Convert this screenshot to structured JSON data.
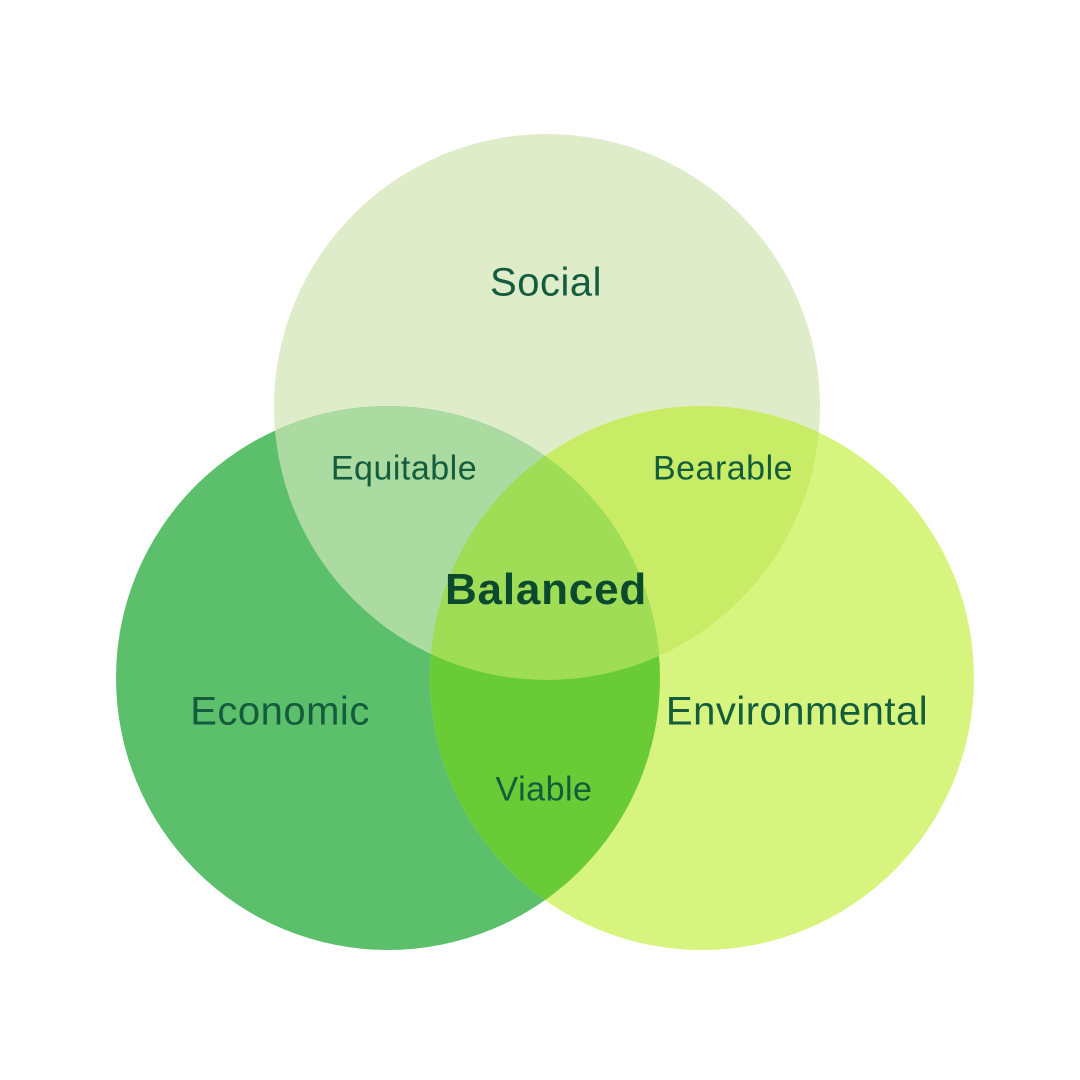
{
  "venn": {
    "background": "#ffffff",
    "text_color": "#135c3c",
    "center_text_color": "#0b4a2f",
    "circles": {
      "social": {
        "label": "Social",
        "color": "#dfecca"
      },
      "economic": {
        "label": "Economic",
        "color": "#5bbf6c"
      },
      "environmental": {
        "label": "Environmental",
        "color": "#d7f47e"
      }
    },
    "overlaps": {
      "social_economic": {
        "label": "Equitable",
        "color": "#abdba1"
      },
      "social_environmental": {
        "label": "Bearable",
        "color": "#c9ec67"
      },
      "economic_environmental": {
        "label": "Viable",
        "color": "#69cc37"
      },
      "center": {
        "label": "Balanced",
        "color": "#9edd55"
      }
    }
  }
}
